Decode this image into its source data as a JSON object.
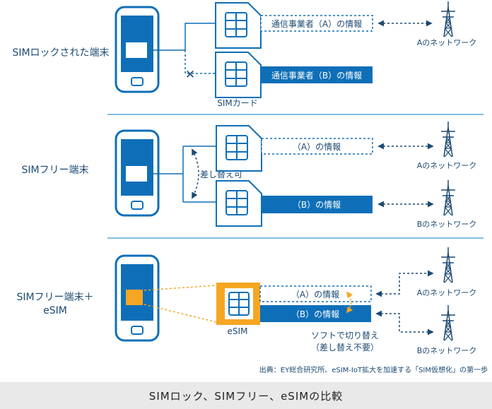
{
  "colors": {
    "blue": "#0e6fb8",
    "dark": "#1d4a72",
    "orange": "#f5a623",
    "divider": "#5aa8d8",
    "caption_bg": "#e9e9e9"
  },
  "sections": {
    "locked": {
      "device_label": "SIMロックされた端末",
      "info_a": "通信事業者（A）の情報",
      "info_b": "通信事業者（B）の情報",
      "sim_label": "SIMカード",
      "network_a": "Aのネットワーク",
      "blocked_mark": "✕"
    },
    "free": {
      "device_label": "SIMフリー端末",
      "swap_label": "差し替え可",
      "info_a": "（A）の情報",
      "info_b": "（B）の情報",
      "network_a": "Aのネットワーク",
      "network_b": "Bのネットワーク"
    },
    "esim": {
      "device_label_1": "SIMフリー端末＋",
      "device_label_2": "eSIM",
      "esim_label": "eSIM",
      "info_a": "（A）の情報",
      "info_b": "（B）の情報",
      "switch_label_1": "ソフトで切り替え",
      "switch_label_2": "（差し替え不要）",
      "network_a": "Aのネットワーク",
      "network_b": "Bのネットワーク"
    }
  },
  "source_note": "出典：EY総合研究所、eSIM-IoT拡大を加速する「SIM仮想化」の第一歩",
  "caption": "SIMロック、SIMフリー、eSIMの比較",
  "icons": [
    "phone-icon",
    "sim-card-icon",
    "tower-icon",
    "cross-icon",
    "swap-arrow-icon"
  ]
}
